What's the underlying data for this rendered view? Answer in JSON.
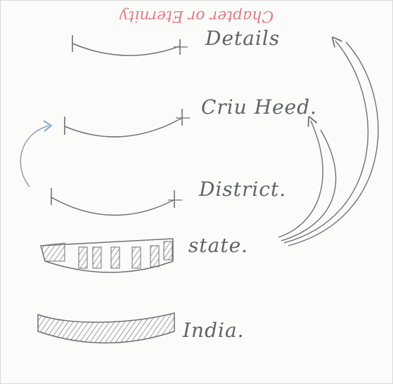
{
  "note": {
    "text": "Chapter or Eternity",
    "color": "#e37b86"
  },
  "levels": [
    {
      "label": "Details"
    },
    {
      "label": "Criu Heed."
    },
    {
      "label": "District."
    },
    {
      "label": "state."
    },
    {
      "label": "India."
    }
  ],
  "colors": {
    "pencil": "#6d7175",
    "paper": "#fbfbfa",
    "mark": "#78a2c3"
  }
}
